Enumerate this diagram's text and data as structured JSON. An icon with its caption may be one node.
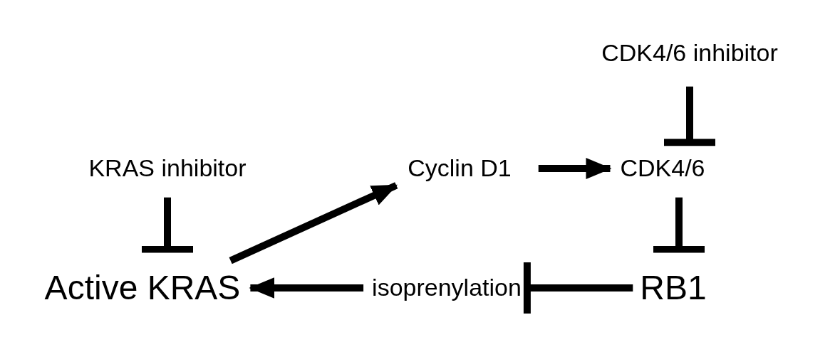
{
  "diagram": {
    "nodes": [
      {
        "text": [
          "CDK4/6 inhibitor"
        ]
      },
      {
        "text": [
          "KRAS inhibitor"
        ]
      },
      {
        "text": [
          "Cyclin D1"
        ]
      },
      {
        "text": [
          "CDK4/6"
        ]
      },
      {
        "text": [
          "Active KRAS"
        ]
      },
      {
        "text": [
          "isoprenylation"
        ]
      },
      {
        "text": [
          "RB1"
        ]
      }
    ],
    "edges": [
      {
        "from": 0,
        "to": 3,
        "arrow": "other"
      },
      {
        "from": 1,
        "to": 4,
        "arrow": "other"
      },
      {
        "from": 4,
        "to": 2,
        "arrow": "to"
      },
      {
        "from": 2,
        "to": 3,
        "arrow": "to"
      },
      {
        "from": 3,
        "to": 6,
        "arrow": "other"
      },
      {
        "from": 6,
        "to": 5,
        "arrow": "other"
      },
      {
        "from": 5,
        "to": 4,
        "arrow": "to"
      }
    ]
  }
}
